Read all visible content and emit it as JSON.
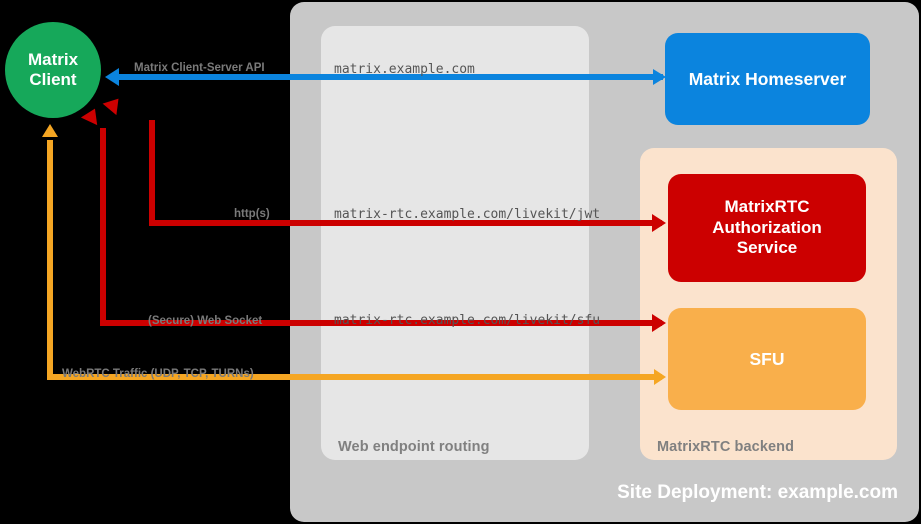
{
  "diagram": {
    "title": "Site Deployment: example.com",
    "panels": {
      "site": {
        "label": "Site Deployment: example.com",
        "color": "#C8C8C8"
      },
      "routing": {
        "label": "Web endpoint routing",
        "color": "#E6E6E6"
      },
      "backend": {
        "label": "MatrixRTC backend",
        "color": "#FBE3CD"
      }
    },
    "nodes": {
      "client": {
        "line1": "Matrix",
        "line2": "Client",
        "color": "#16A85A"
      },
      "homeserver": {
        "label": "Matrix Homeserver",
        "color": "#0B84DE"
      },
      "authz": {
        "line1": "MatrixRTC",
        "line2": "Authorization",
        "line3": "Service",
        "color": "#CC0000"
      },
      "sfu": {
        "label": "SFU",
        "color": "#F9AF4B"
      }
    },
    "connections": [
      {
        "id": "cs-api",
        "protocol_label": "Matrix Client-Server API",
        "endpoint": "matrix.example.com",
        "color": "#0B84DE",
        "from": "Matrix Client",
        "to": "Matrix Homeserver",
        "direction": "bidirectional"
      },
      {
        "id": "jwt",
        "protocol_label": "http(s)",
        "endpoint": "matrix-rtc.example.com/livekit/jwt",
        "color": "#CC0000",
        "from": "Matrix Client",
        "to": "MatrixRTC Authorization Service",
        "direction": "bidirectional"
      },
      {
        "id": "sfu-ws",
        "protocol_label": "(Secure) Web Socket",
        "endpoint": "matrix-rtc.example.com/livekit/sfu",
        "color": "#CC0000",
        "from": "Matrix Client",
        "to": "SFU",
        "direction": "bidirectional"
      },
      {
        "id": "webrtc",
        "protocol_label": "WebRTC Traffic (UDP, TCP, TURNs)",
        "endpoint": "",
        "color": "#F5A623",
        "from": "Matrix Client",
        "to": "SFU",
        "direction": "bidirectional"
      }
    ]
  }
}
